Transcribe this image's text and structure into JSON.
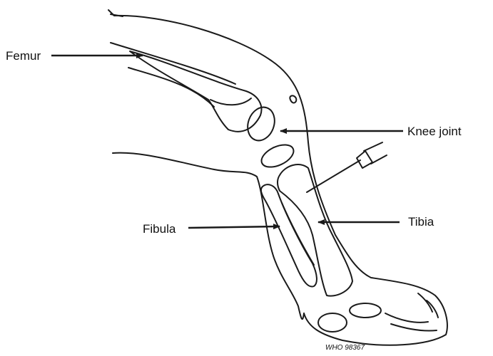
{
  "labels": {
    "femur": "Femur",
    "knee_joint": "Knee joint",
    "fibula": "Fibula",
    "tibia": "Tibia"
  },
  "credit": "WHO 98367",
  "colors": {
    "line": "#1a1a1a",
    "background": "#ffffff"
  }
}
